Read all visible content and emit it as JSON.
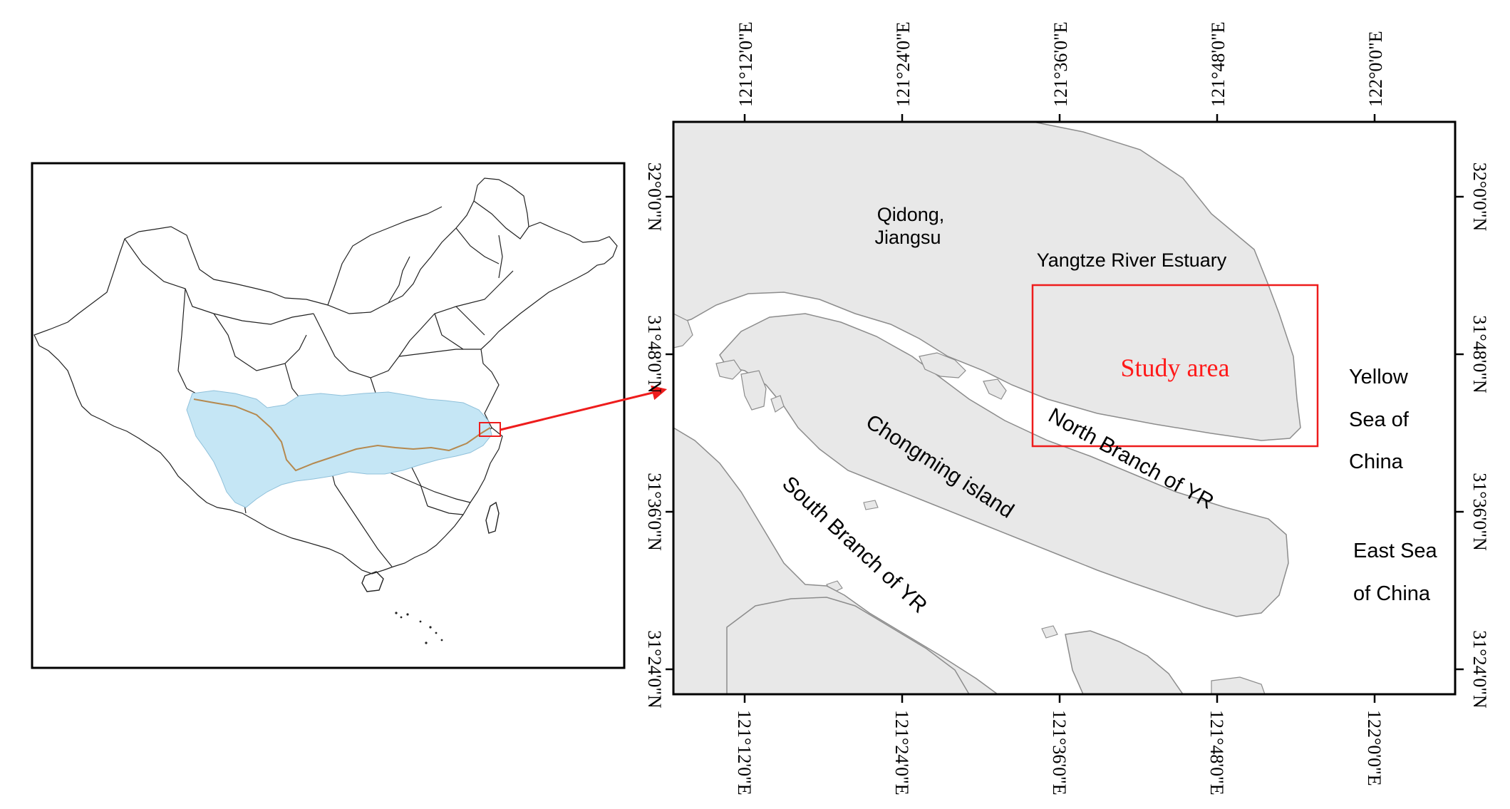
{
  "overview_map": {
    "highlight_fill": "#c5e6f5",
    "river_color": "#b5894f",
    "inset_box_color": "#ee1c1c"
  },
  "detail_map": {
    "land_fill": "#e8e8e8",
    "land_stroke": "#8c8c8c",
    "study_box_color": "#ee1c1c",
    "labels": {
      "qidong_line1": "Qidong,",
      "qidong_line2": "Jiangsu",
      "estuary": "Yangtze River Estuary",
      "study_area": "Study area",
      "chongming": "Chongming island",
      "north_branch": "North Branch of YR",
      "south_branch": "South Branch of YR",
      "yellow_sea_1": "Yellow",
      "yellow_sea_2": "Sea of",
      "yellow_sea_3": "China",
      "east_sea_1": "East Sea",
      "east_sea_2": "of China"
    },
    "lon_ticks": [
      "121°12'0\"E",
      "121°24'0\"E",
      "121°36'0\"E",
      "121°48'0\"E",
      "122°0'0\"E"
    ],
    "lat_ticks": [
      "32°0'0\"N",
      "31°48'0\"N",
      "31°36'0\"N",
      "31°24'0\"N"
    ]
  }
}
